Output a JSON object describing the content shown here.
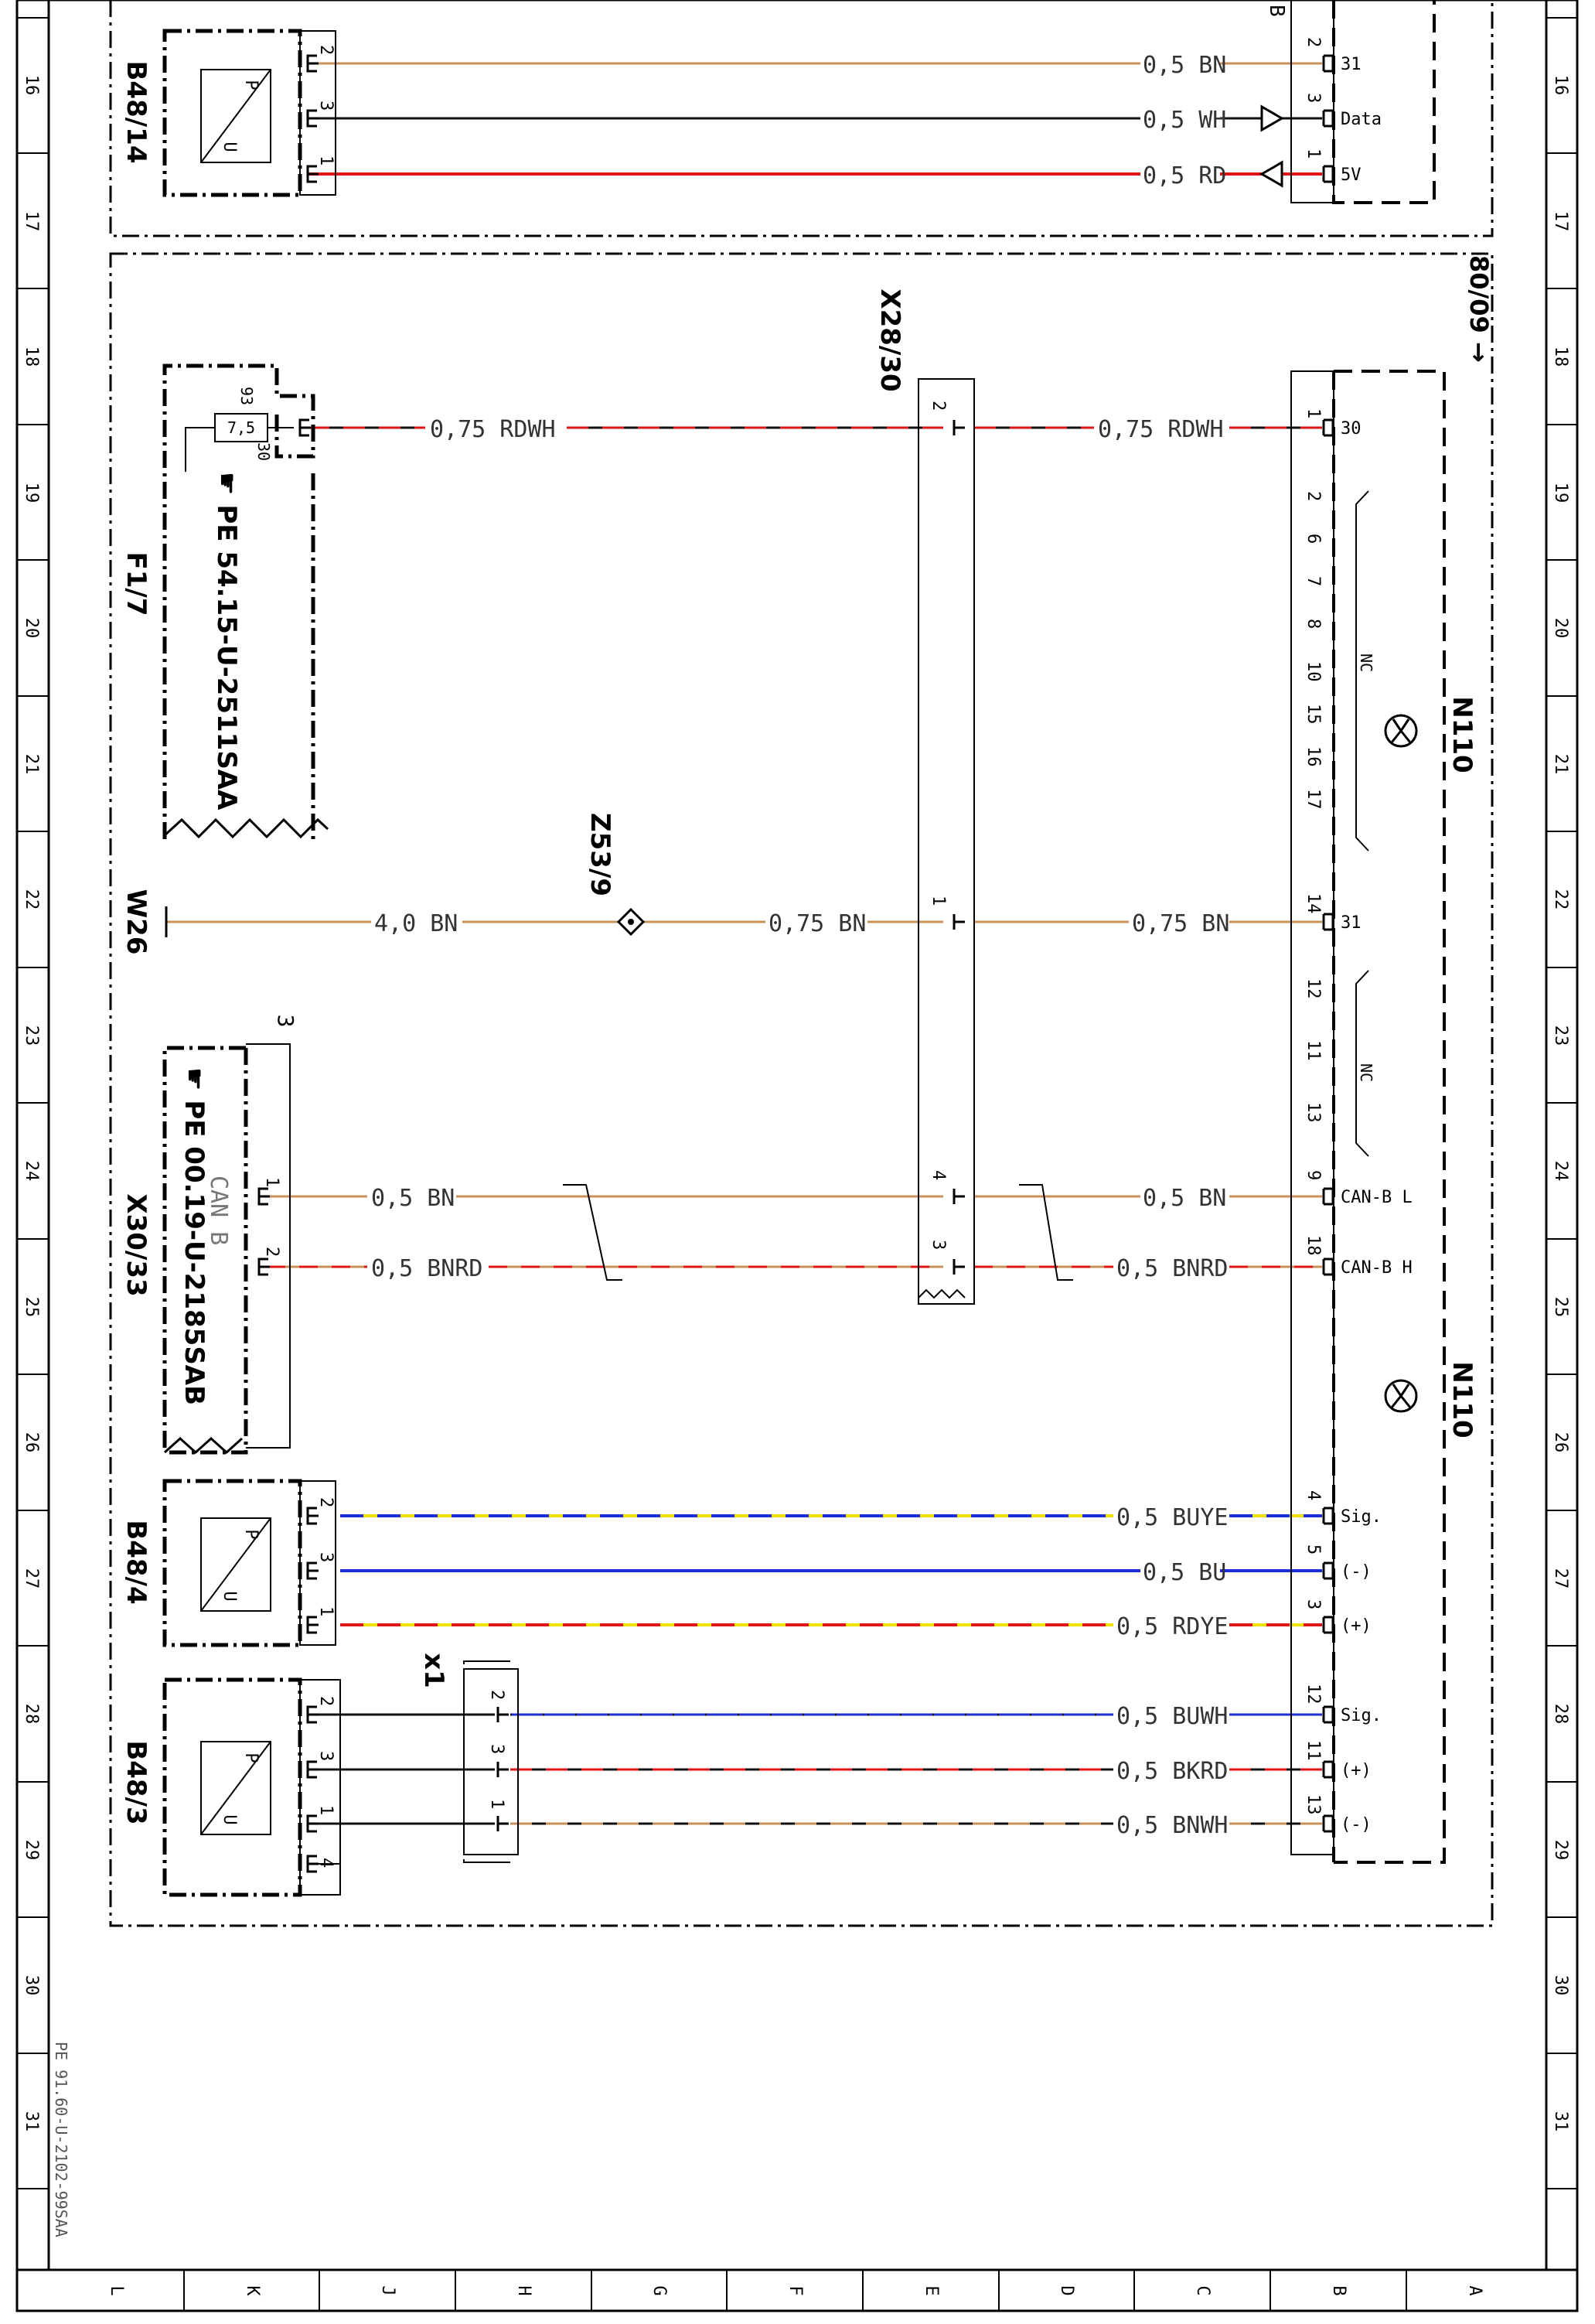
{
  "frame": {
    "row_numbers": [
      "16",
      "17",
      "18",
      "19",
      "20",
      "21",
      "22",
      "23",
      "24",
      "25",
      "26",
      "27",
      "28",
      "29",
      "30",
      "31"
    ],
    "column_letters": [
      "L",
      "K",
      "J",
      "H",
      "G",
      "F",
      "E",
      "D",
      "C",
      "B",
      "A"
    ],
    "doc_id": "PE 91.60-U-2102-99SAA"
  },
  "components": {
    "b48_14": "B48/14",
    "b48_4": "B48/4",
    "b48_3": "B48/3",
    "f1_7": "F1/7",
    "fuse_value": "7,5",
    "fuse_pin_93": "93",
    "fuse_pin_30": "30",
    "x30_33": "X30/33",
    "x30_33_desc": "CAN B",
    "x30_33_bracket_num": "3",
    "x28_30": "X28/30",
    "z53_9": "Z53/9",
    "w26": "W26",
    "x1": "x1",
    "n110_a": "N110",
    "n110_b": "N110",
    "b_label": "B",
    "ref_arrow": "80/09",
    "ref_f1_7": "PE 54.15-U-2511SAA",
    "ref_x30_33": "PE 00.19-U-2185SAB",
    "sensor_p": "P",
    "sensor_u": "U"
  },
  "wires": {
    "w1": "0,5 BN",
    "w2": "0,5 WH",
    "w3": "0,5 RD",
    "w4a": "0,75 RDWH",
    "w4b": "0,75 RDWH",
    "w5a": "4,0 BN",
    "w5b": "0,75 BN",
    "w5c": "0,75 BN",
    "w6a": "0,5 BN",
    "w6b": "0,5 BN",
    "w7a": "0,5 BNRD",
    "w7b": "0,5 BNRD",
    "w8": "0,5 BUYE",
    "w9": "0,5 BU",
    "w10": "0,5 RDYE",
    "w11": "0,5 BUWH",
    "w12": "0,5 BKRD",
    "w13": "0,5 BNWH"
  },
  "pins": {
    "b48_14": [
      "2",
      "3",
      "1"
    ],
    "b48_4": [
      "2",
      "3",
      "1"
    ],
    "b48_3": [
      "2",
      "3",
      "1",
      "4"
    ],
    "x28_30": [
      "2",
      "1",
      "4",
      "3"
    ],
    "x30_33": [
      "1",
      "2"
    ],
    "x1": [
      "2",
      "3",
      "1"
    ],
    "n110_top": [
      "2",
      "3",
      "1"
    ],
    "n110_main": [
      "1",
      "2",
      "6",
      "7",
      "8",
      "10",
      "15",
      "16",
      "17",
      "14",
      "12",
      "11",
      "13",
      "9",
      "18",
      "4",
      "5",
      "3",
      "12",
      "11",
      "13"
    ]
  },
  "terminals": {
    "t31a": "31",
    "data": "Data",
    "t5v": "5V",
    "t30": "30",
    "nc1": "NC",
    "t31b": "31",
    "nc2": "NC",
    "canl": "CAN-B L",
    "canh": "CAN-B H",
    "sig1": "Sig.",
    "neg1": "(-)",
    "pos1": "(+)",
    "sig2": "Sig.",
    "pos2": "(+)",
    "neg2": "(-)"
  },
  "colors": {
    "brown": "#c8915a",
    "red": "#e01515",
    "black": "#111111",
    "blue": "#1c2fd6",
    "yellow": "#f0e000",
    "white_trace": "#dcdcdc"
  }
}
